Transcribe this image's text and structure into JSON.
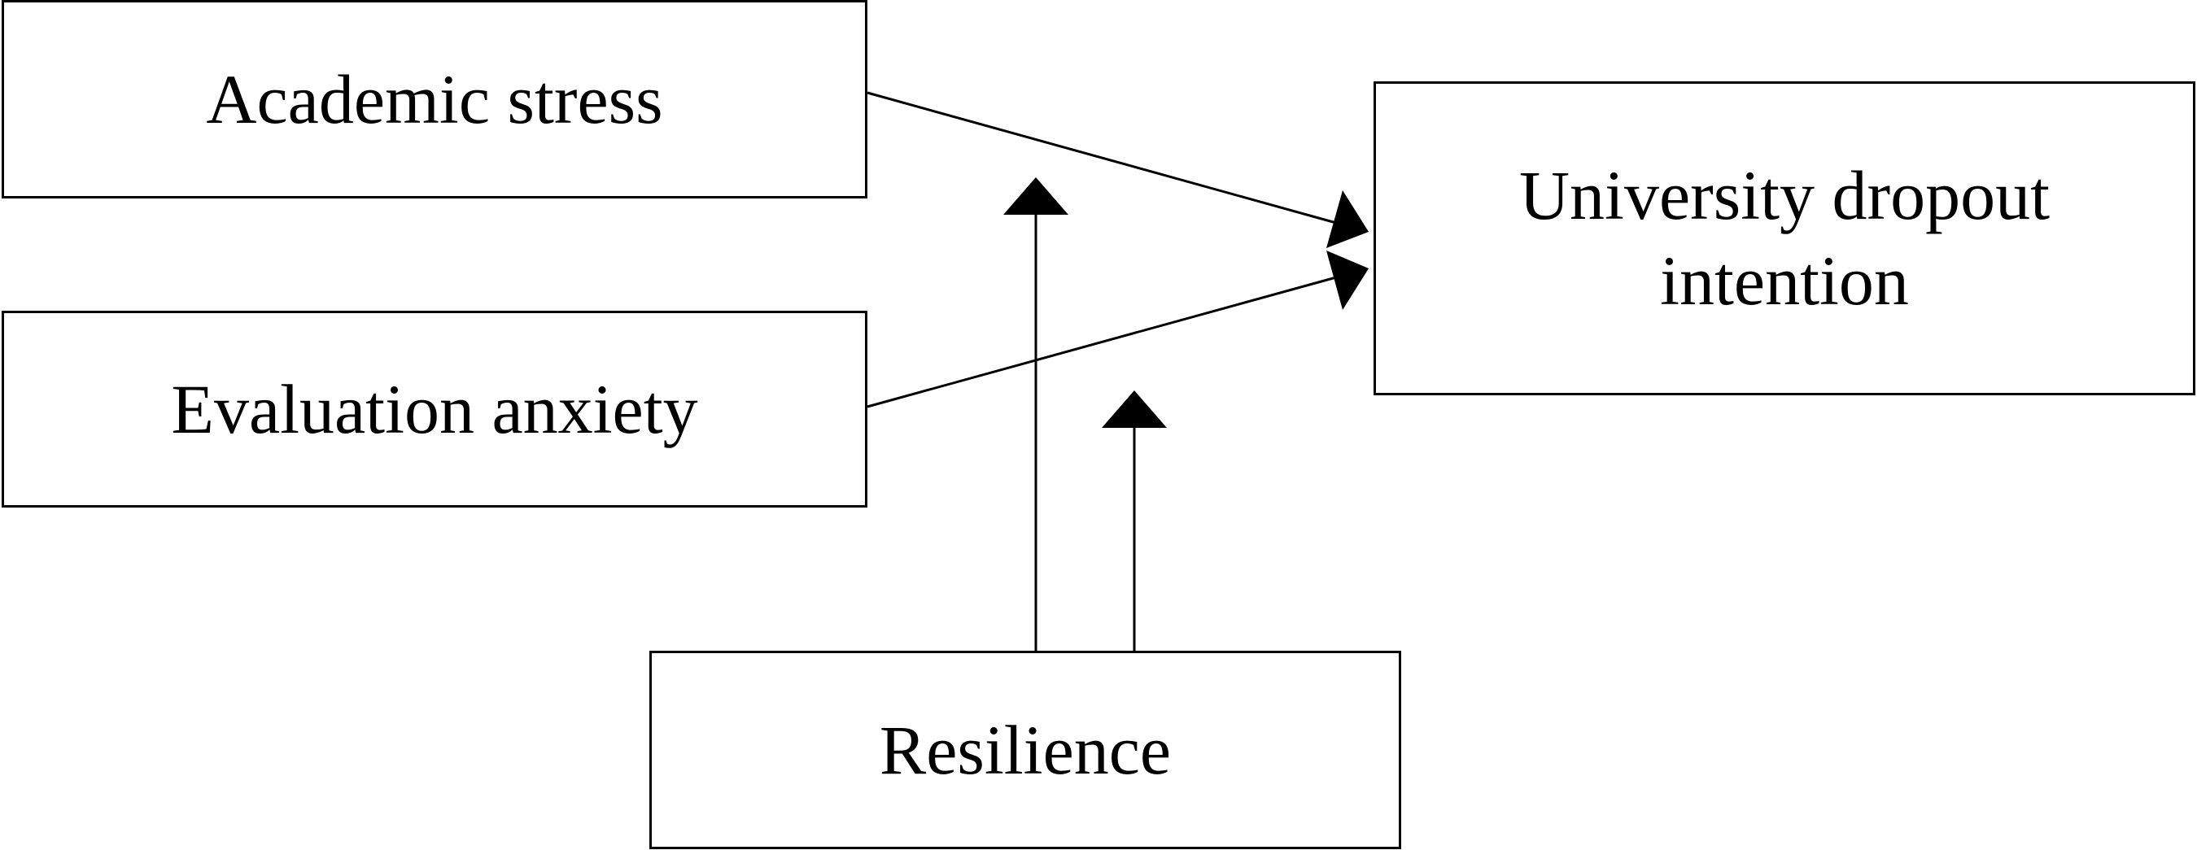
{
  "diagram": {
    "nodes": {
      "academic_stress": {
        "label": "Academic stress"
      },
      "evaluation_anxiety": {
        "label": "Evaluation anxiety"
      },
      "dropout_intention": {
        "label": "University dropout\nintention"
      },
      "resilience": {
        "label": "Resilience"
      }
    },
    "edges": [
      {
        "from": "Academic stress",
        "to": "University dropout intention",
        "type": "direct-effect"
      },
      {
        "from": "Evaluation anxiety",
        "to": "University dropout intention",
        "type": "direct-effect"
      },
      {
        "from": "Resilience",
        "to": "Academic stress → University dropout intention",
        "type": "moderation"
      },
      {
        "from": "Resilience",
        "to": "Evaluation anxiety → University dropout intention",
        "type": "moderation"
      }
    ],
    "colors": {
      "stroke": "#000000",
      "background": "#ffffff"
    }
  }
}
